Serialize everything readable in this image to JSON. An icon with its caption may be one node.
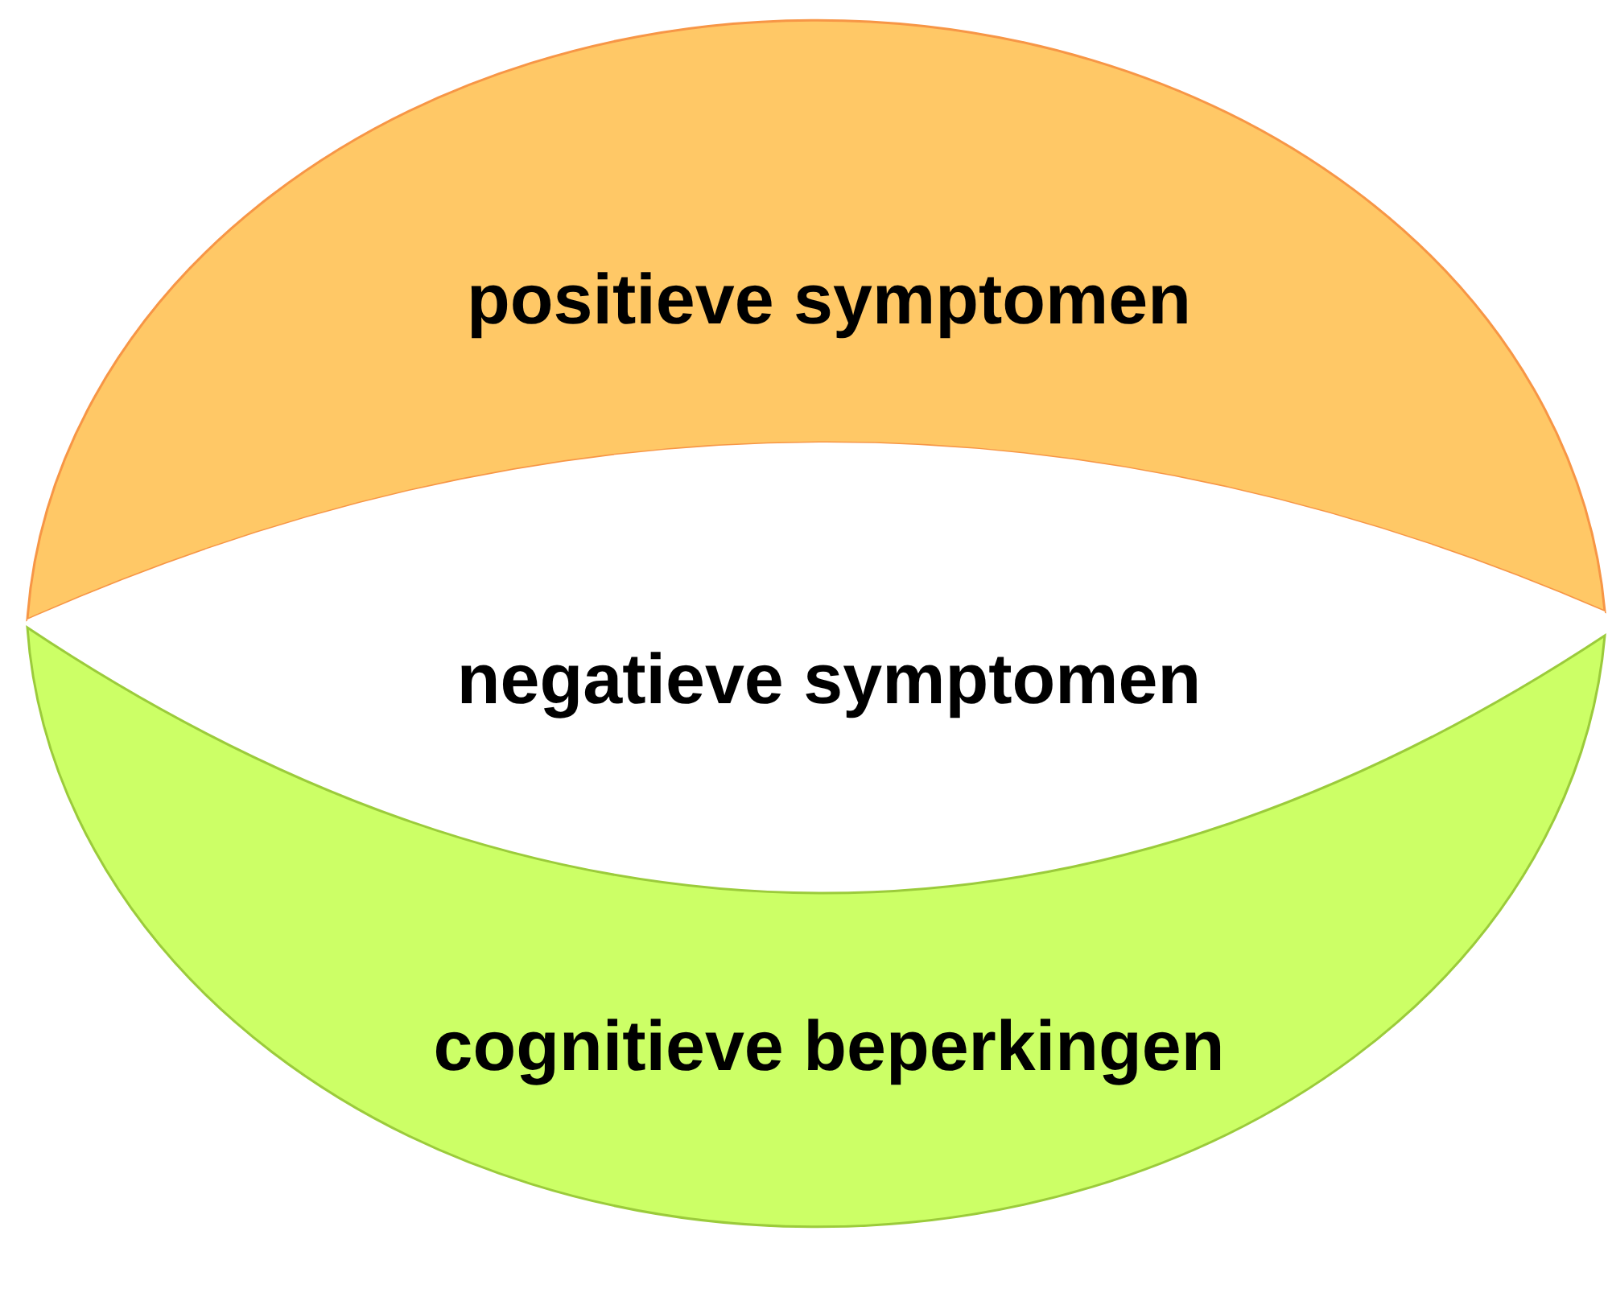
{
  "diagram": {
    "nodes": [
      {
        "text": [
          "positieve symptomen"
        ]
      },
      {
        "text": [
          "negatieve symptomen"
        ]
      },
      {
        "text": [
          "cognitieve beperkingen"
        ]
      }
    ]
  }
}
